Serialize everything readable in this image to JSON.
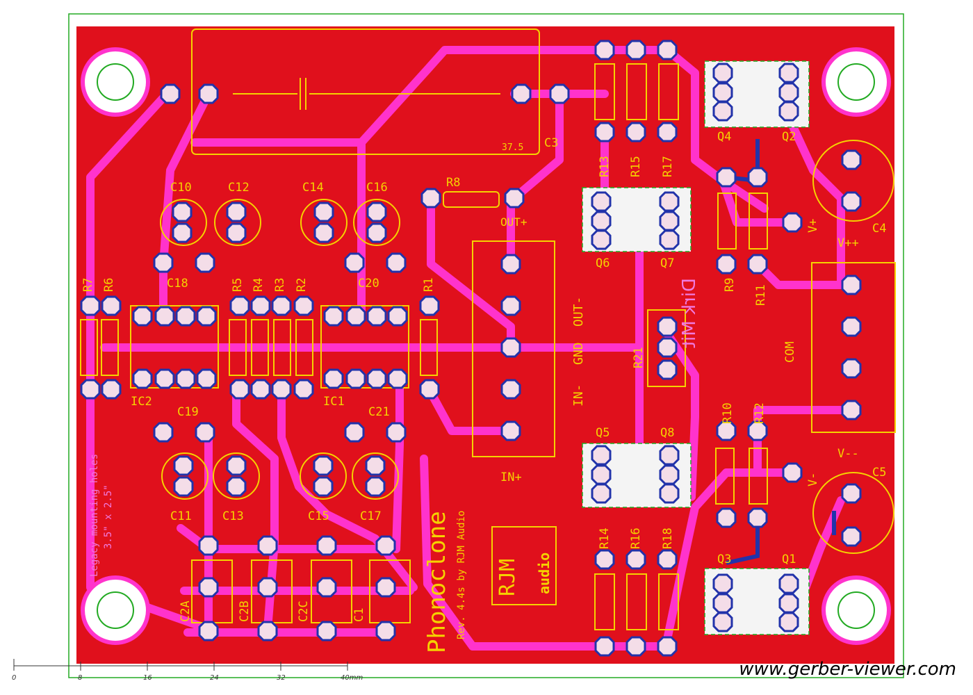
{
  "board": {
    "title": "Phonoclone",
    "subtitle": "Rev. 4.4s by RJM Audio",
    "logo_text": "RJM audio",
    "mirrored_text": "Dirk Mit",
    "mounting_note_1": "Legacy mounting holes",
    "mounting_note_2": "3.5\" x 2.5\"",
    "cap_value": "37.5",
    "colors": {
      "copper": "#e0101c",
      "trace": "#ff33cc",
      "silkscreen": "#f5d200",
      "outline": "#22aa22",
      "pad": "#f4dde8"
    }
  },
  "labels": {
    "C3": "C3",
    "R8": "R8",
    "out_plus": "OUT+",
    "C10": "C10",
    "C12": "C12",
    "C14": "C14",
    "C16": "C16",
    "C18": "C18",
    "C20": "C20",
    "R7": "R7",
    "R6": "R6",
    "R5": "R5",
    "R4": "R4",
    "R3": "R3",
    "R2": "R2",
    "R1": "R1",
    "IC1": "IC1",
    "IC2": "IC2",
    "C19": "C19",
    "C21": "C21",
    "C11": "C11",
    "C13": "C13",
    "C15": "C15",
    "C17": "C17",
    "C2A": "C2A",
    "C2B": "C2B",
    "C2C": "C2C",
    "C1": "C1",
    "R13": "R13",
    "R15": "R15",
    "R17": "R17",
    "Q6": "Q6",
    "Q7": "Q7",
    "R21": "R21",
    "Q5": "Q5",
    "Q8": "Q8",
    "R14": "R14",
    "R16": "R16",
    "R18": "R18",
    "Q4": "Q4",
    "Q2": "Q2",
    "Q3": "Q3",
    "Q1": "Q1",
    "C4": "C4",
    "C5": "C5",
    "R9": "R9",
    "R11": "R11",
    "R10": "R10",
    "R12": "R12",
    "v_plus": "V+",
    "v_minus": "V-",
    "v_plusplus": "V++",
    "v_minusminus": "V--",
    "com": "COM",
    "in_minus": "IN-",
    "gnd": "GND",
    "out_minus": "OUT-",
    "in_plus": "IN+"
  },
  "ruler": {
    "ticks": [
      "0",
      "8",
      "16",
      "24",
      "32",
      "40mm"
    ]
  },
  "watermark": "www.gerber-viewer.com"
}
